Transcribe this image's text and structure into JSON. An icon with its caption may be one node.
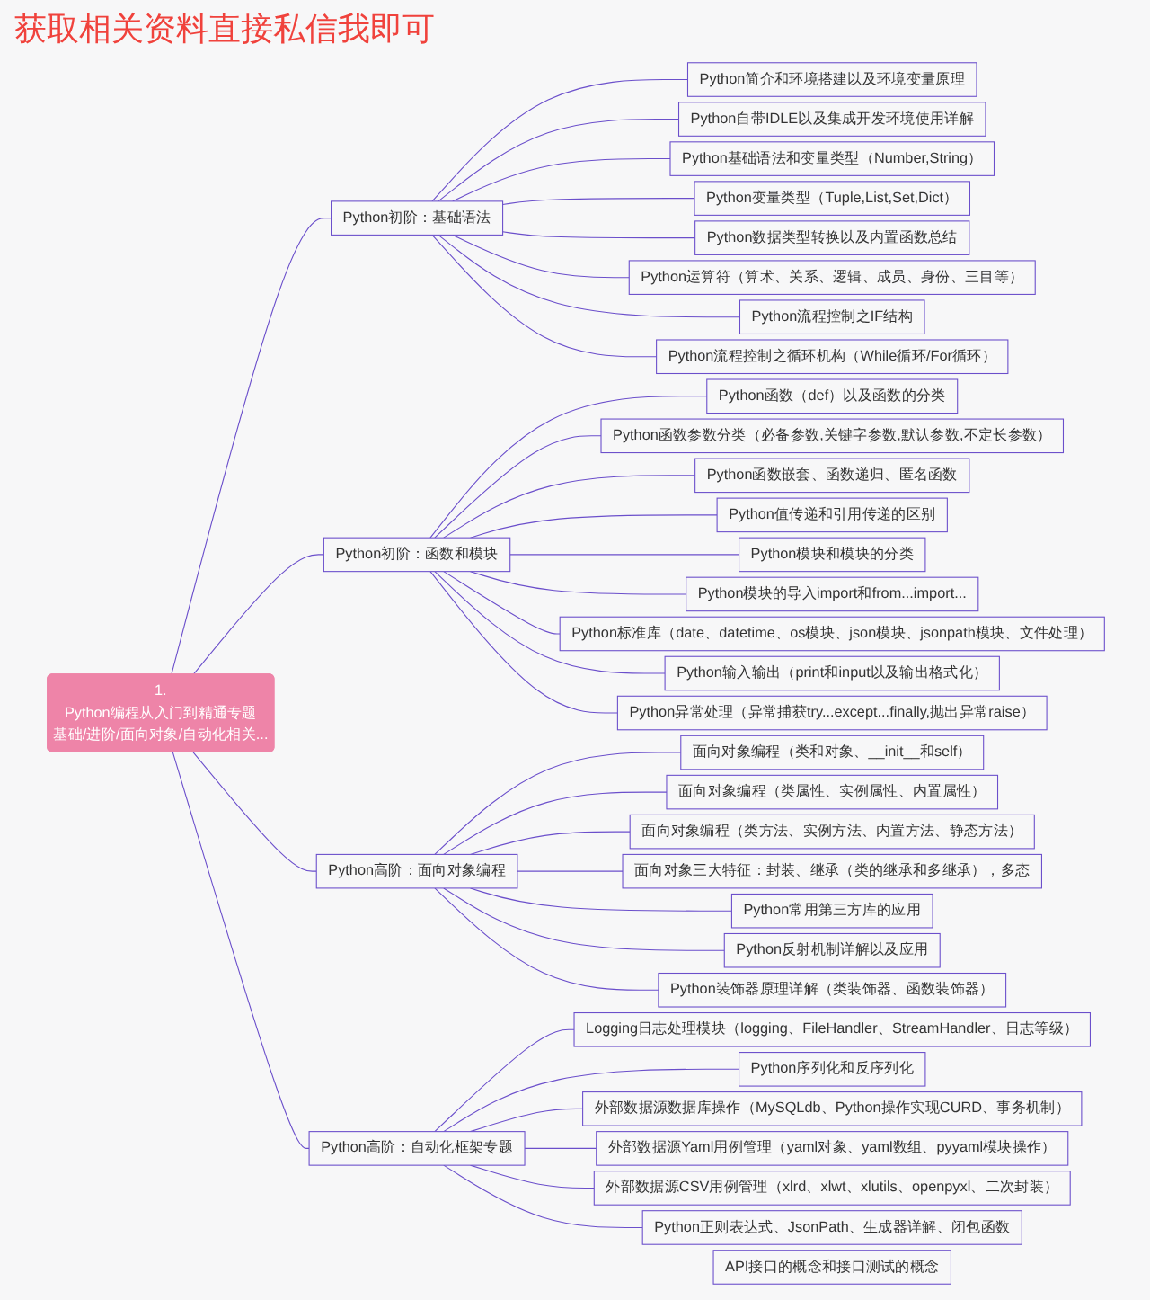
{
  "diagram": {
    "nodes": [
      {
        "text": [
          "1.",
          "Python编程从入门到精通专题",
          "基础/进阶/面向对象/自动化相关..."
        ]
      },
      {
        "text": [
          "Python初阶：基础语法"
        ]
      },
      {
        "text": [
          "Python简介和环境搭建以及环境变量原理"
        ]
      },
      {
        "text": [
          "Python自带IDLE以及集成开发环境使用详解"
        ]
      },
      {
        "text": [
          "Python基础语法和变量类型（Number,String）"
        ]
      },
      {
        "text": [
          "Python变量类型（Tuple,List,Set,Dict）"
        ]
      },
      {
        "text": [
          "Python数据类型转换以及内置函数总结"
        ]
      },
      {
        "text": [
          "Python运算符（算术、关系、逻辑、成员、身份、三目等）"
        ]
      },
      {
        "text": [
          "Python流程控制之IF结构"
        ]
      },
      {
        "text": [
          "Python流程控制之循环机构（While循环/For循环）"
        ]
      },
      {
        "text": [
          "Python初阶：函数和模块"
        ]
      },
      {
        "text": [
          "Python函数（def）以及函数的分类"
        ]
      },
      {
        "text": [
          "Python函数参数分类（必备参数,关键字参数,默认参数,不定长参数）"
        ]
      },
      {
        "text": [
          "Python函数嵌套、函数递归、匿名函数"
        ]
      },
      {
        "text": [
          "Python值传递和引用传递的区别"
        ]
      },
      {
        "text": [
          "Python模块和模块的分类"
        ]
      },
      {
        "text": [
          "Python模块的导入import和from...import..."
        ]
      },
      {
        "text": [
          "Python标准库（date、datetime、os模块、json模块、jsonpath模块、文件处理）"
        ]
      },
      {
        "text": [
          "Python输入输出（print和input以及输出格式化）"
        ]
      },
      {
        "text": [
          "Python异常处理（异常捕获try...except...finally,抛出异常raise）"
        ]
      },
      {
        "text": [
          "Python高阶：面向对象编程"
        ]
      },
      {
        "text": [
          "面向对象编程（类和对象、__init__和self）"
        ]
      },
      {
        "text": [
          "面向对象编程（类属性、实例属性、内置属性）"
        ]
      },
      {
        "text": [
          "面向对象编程（类方法、实例方法、内置方法、静态方法）"
        ]
      },
      {
        "text": [
          "面向对象三大特征：封装、继承（类的继承和多继承），多态"
        ]
      },
      {
        "text": [
          "Python常用第三方库的应用"
        ]
      },
      {
        "text": [
          "Python反射机制详解以及应用"
        ]
      },
      {
        "text": [
          "Python装饰器原理详解（类装饰器、函数装饰器）"
        ]
      },
      {
        "text": [
          "Python高阶：自动化框架专题"
        ]
      },
      {
        "text": [
          "Logging日志处理模块（logging、FileHandler、StreamHandler、日志等级）"
        ]
      },
      {
        "text": [
          "Python序列化和反序列化"
        ]
      },
      {
        "text": [
          "外部数据源数据库操作（MySQLdb、Python操作实现CURD、事务机制）"
        ]
      },
      {
        "text": [
          "外部数据源Yaml用例管理（yaml对象、yaml数组、pyyaml模块操作）"
        ]
      },
      {
        "text": [
          "外部数据源CSV用例管理（xlrd、xlwt、xlutils、openpyxl、二次封装）"
        ]
      },
      {
        "text": [
          "Python正则表达式、JsonPath、生成器详解、闭包函数"
        ]
      },
      {
        "text": [
          "API接口的概念和接口测试的概念"
        ]
      }
    ],
    "edges": [
      {
        "from": 0,
        "to": 1,
        "arrow": "none"
      },
      {
        "from": 1,
        "to": 2,
        "arrow": "none"
      },
      {
        "from": 1,
        "to": 3,
        "arrow": "none"
      },
      {
        "from": 1,
        "to": 4,
        "arrow": "none"
      },
      {
        "from": 1,
        "to": 5,
        "arrow": "none"
      },
      {
        "from": 1,
        "to": 6,
        "arrow": "none"
      },
      {
        "from": 1,
        "to": 7,
        "arrow": "none"
      },
      {
        "from": 1,
        "to": 8,
        "arrow": "none"
      },
      {
        "from": 1,
        "to": 9,
        "arrow": "none"
      },
      {
        "from": 0,
        "to": 10,
        "arrow": "none"
      },
      {
        "from": 10,
        "to": 11,
        "arrow": "none"
      },
      {
        "from": 10,
        "to": 12,
        "arrow": "none"
      },
      {
        "from": 10,
        "to": 13,
        "arrow": "none"
      },
      {
        "from": 10,
        "to": 14,
        "arrow": "none"
      },
      {
        "from": 10,
        "to": 15,
        "arrow": "none"
      },
      {
        "from": 10,
        "to": 16,
        "arrow": "none"
      },
      {
        "from": 10,
        "to": 17,
        "arrow": "none"
      },
      {
        "from": 10,
        "to": 18,
        "arrow": "none"
      },
      {
        "from": 10,
        "to": 19,
        "arrow": "none"
      },
      {
        "from": 0,
        "to": 20,
        "arrow": "none"
      },
      {
        "from": 20,
        "to": 21,
        "arrow": "none"
      },
      {
        "from": 20,
        "to": 22,
        "arrow": "none"
      },
      {
        "from": 20,
        "to": 23,
        "arrow": "none"
      },
      {
        "from": 20,
        "to": 24,
        "arrow": "none"
      },
      {
        "from": 20,
        "to": 25,
        "arrow": "none"
      },
      {
        "from": 20,
        "to": 26,
        "arrow": "none"
      },
      {
        "from": 20,
        "to": 27,
        "arrow": "none"
      },
      {
        "from": 0,
        "to": 28,
        "arrow": "none"
      },
      {
        "from": 28,
        "to": 29,
        "arrow": "none"
      },
      {
        "from": 28,
        "to": 30,
        "arrow": "none"
      },
      {
        "from": 28,
        "to": 31,
        "arrow": "none"
      },
      {
        "from": 28,
        "to": 32,
        "arrow": "none"
      },
      {
        "from": 28,
        "to": 33,
        "arrow": "none"
      },
      {
        "from": 28,
        "to": 34,
        "arrow": "none"
      }
    ],
    "labels": [
      "获取相关资料直接私信我即可"
    ]
  }
}
